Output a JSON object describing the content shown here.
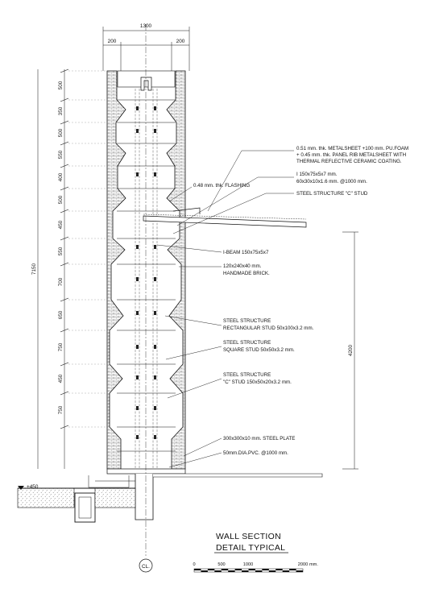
{
  "dims": {
    "top_total": "1300",
    "top_left": "200",
    "top_right": "200",
    "overall_height": "7150",
    "right_height": "4200",
    "segments": [
      "500",
      "350",
      "500",
      "550",
      "400",
      "500",
      "450",
      "550",
      "700",
      "650",
      "750",
      "450",
      "750"
    ]
  },
  "annotations": [
    {
      "lines": [
        "0.51 mm. thk. METALSHEET +100 mm. PU.FOAM",
        "+ 0.45 mm. thk. PANEL RIB METALSHEET WITH",
        "THERMAL REFLECTIVE CERAMIC COATING."
      ]
    },
    {
      "lines": [
        "I  150x75x5x7 mm.",
        "60x30x10x1.6 mm. @1000 mm."
      ]
    },
    {
      "lines": [
        "STEEL STRUCTURE \"C\" STUD"
      ]
    },
    {
      "lines": [
        "0.48 mm. thk. FLASHING"
      ]
    },
    {
      "lines": [
        "I-BEAM 150x75x5x7"
      ]
    },
    {
      "lines": [
        "120x240x40 mm.",
        "HANDMADE BRICK."
      ]
    },
    {
      "lines": [
        "STEEL STRUCTURE",
        "RECTANGULAR STUD 50x100x3.2 mm."
      ]
    },
    {
      "lines": [
        "STEEL STRUCTURE",
        "SQUARE STUD 50x50x3.2 mm."
      ]
    },
    {
      "lines": [
        "STEEL STRUCTURE",
        "\"C\" STUD 150x50x20x3.2 mm."
      ]
    },
    {
      "lines": [
        "300x300x10 mm.  STEEL PLATE"
      ]
    },
    {
      "lines": [
        "50mm.DIA.PVC. @1000 mm."
      ]
    }
  ],
  "ground_level": "+450",
  "title": {
    "line1": "WALL SECTION",
    "line2": "DETAIL TYPICAL"
  },
  "gridline_label": "CL.",
  "scale": {
    "labels": [
      "0",
      "500",
      "1000",
      "2000"
    ],
    "unit": "mm.",
    "values": [
      0,
      500,
      1000,
      2000
    ]
  },
  "colors": {
    "ink": "#111111",
    "hatch": "#555555"
  }
}
